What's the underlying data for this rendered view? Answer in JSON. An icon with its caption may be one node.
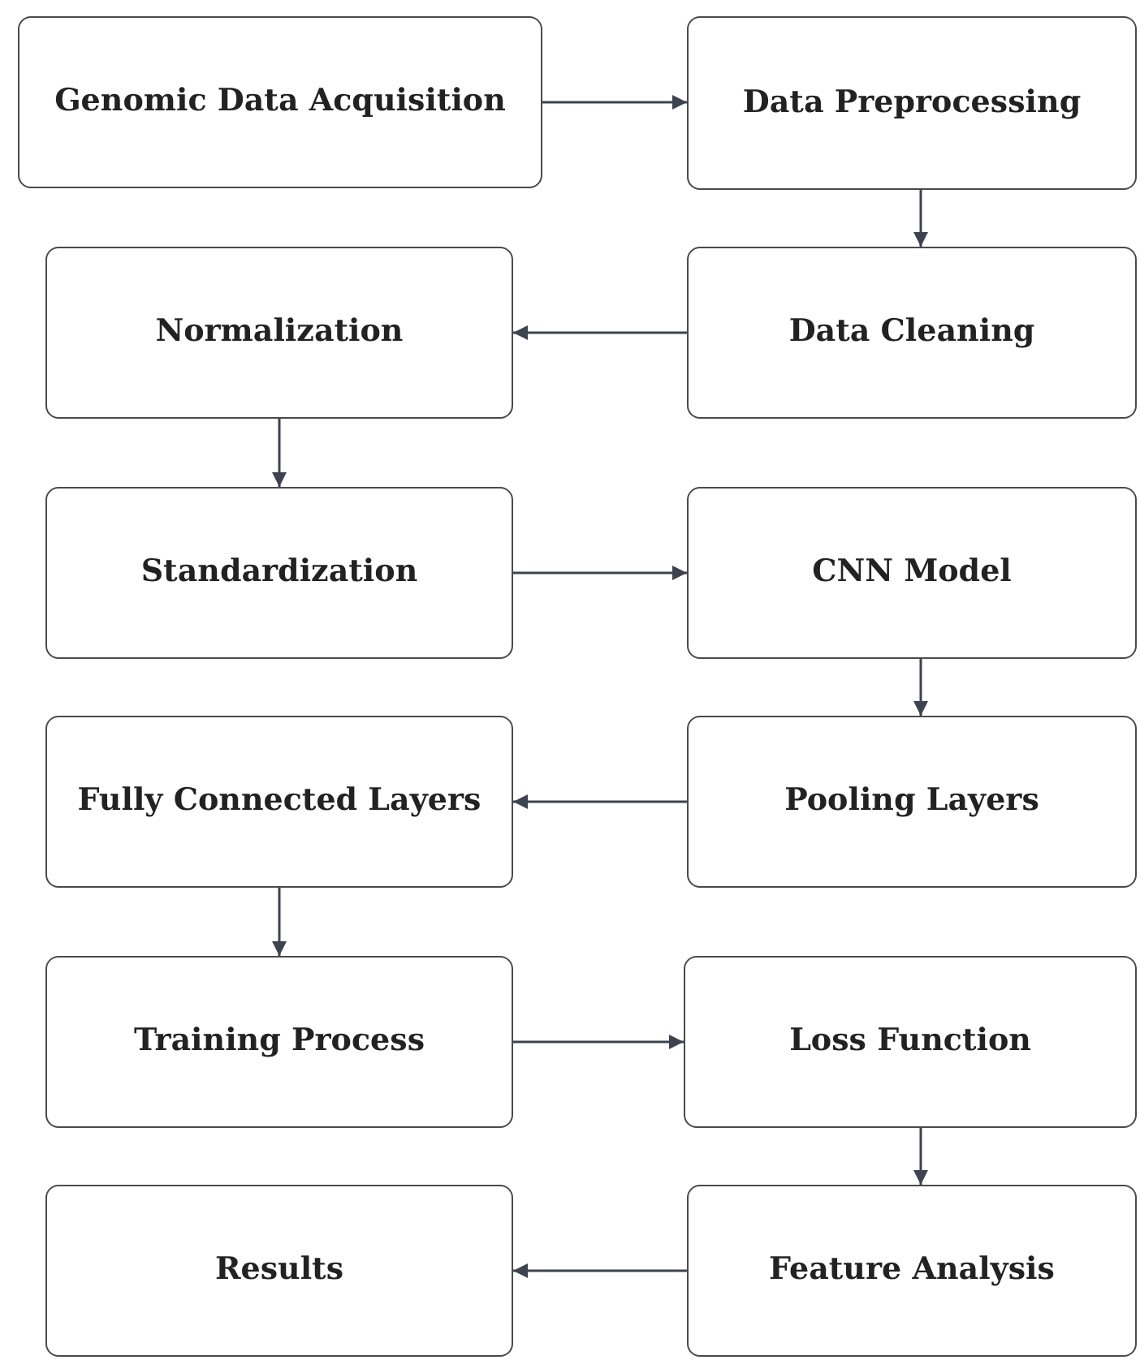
{
  "diagram": {
    "nodes": [
      {
        "text": [
          "Genomic Data Acquisition"
        ]
      },
      {
        "text": [
          "Data Preprocessing"
        ]
      },
      {
        "text": [
          "Data Cleaning"
        ]
      },
      {
        "text": [
          "Normalization"
        ]
      },
      {
        "text": [
          "Standardization"
        ]
      },
      {
        "text": [
          "CNN Model"
        ]
      },
      {
        "text": [
          "Pooling Layers"
        ]
      },
      {
        "text": [
          "Fully Connected Layers"
        ]
      },
      {
        "text": [
          "Training Process"
        ]
      },
      {
        "text": [
          "Loss Function"
        ]
      },
      {
        "text": [
          "Feature Analysis"
        ]
      },
      {
        "text": [
          "Results"
        ]
      }
    ],
    "edges": [
      {
        "from": 0,
        "to": 1,
        "arrow": "to"
      },
      {
        "from": 1,
        "to": 2,
        "arrow": "to"
      },
      {
        "from": 2,
        "to": 3,
        "arrow": "to"
      },
      {
        "from": 3,
        "to": 4,
        "arrow": "to"
      },
      {
        "from": 4,
        "to": 5,
        "arrow": "to"
      },
      {
        "from": 5,
        "to": 6,
        "arrow": "to"
      },
      {
        "from": 6,
        "to": 7,
        "arrow": "to"
      },
      {
        "from": 7,
        "to": 8,
        "arrow": "to"
      },
      {
        "from": 8,
        "to": 9,
        "arrow": "to"
      },
      {
        "from": 9,
        "to": 10,
        "arrow": "to"
      },
      {
        "from": 10,
        "to": 11,
        "arrow": "to"
      }
    ]
  }
}
